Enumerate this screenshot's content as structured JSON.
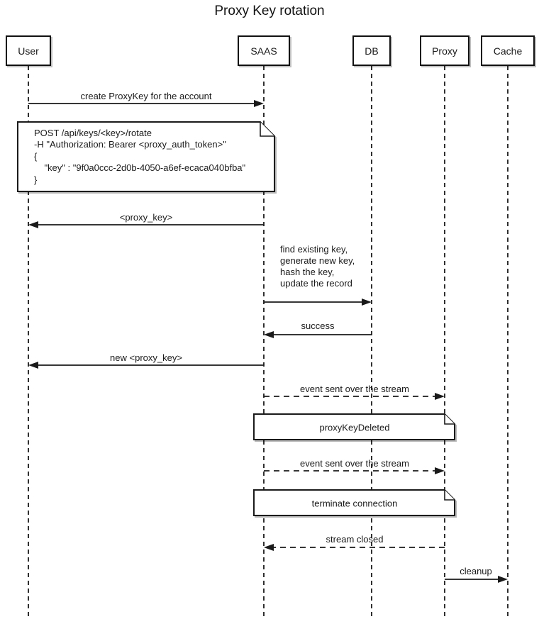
{
  "title": "Proxy Key rotation",
  "colors": {
    "ink": "#1a1a1a",
    "background": "#ffffff"
  },
  "participants": [
    {
      "id": "user",
      "label": "User"
    },
    {
      "id": "saas",
      "label": "SAAS"
    },
    {
      "id": "db",
      "label": "DB"
    },
    {
      "id": "proxy",
      "label": "Proxy"
    },
    {
      "id": "cache",
      "label": "Cache"
    }
  ],
  "messages": [
    {
      "label": "create ProxyKey for the account",
      "from": "User",
      "to": "SAAS",
      "style": "solid"
    },
    {
      "label": "<proxy_key>",
      "from": "SAAS",
      "to": "User",
      "style": "solid"
    },
    {
      "label_lines": [
        "find existing key,",
        "generate new key,",
        "hash the key,",
        "update the record"
      ],
      "from": "SAAS",
      "to": "DB",
      "style": "solid"
    },
    {
      "label": "success",
      "from": "DB",
      "to": "SAAS",
      "style": "solid"
    },
    {
      "label": "new <proxy_key>",
      "from": "SAAS",
      "to": "User",
      "style": "solid"
    },
    {
      "label": "event sent over the stream",
      "from": "SAAS",
      "to": "Proxy",
      "style": "dashed"
    },
    {
      "label": "event sent over the stream",
      "from": "SAAS",
      "to": "Proxy",
      "style": "dashed"
    },
    {
      "label": "stream closed",
      "from": "Proxy",
      "to": "SAAS",
      "style": "dashed"
    },
    {
      "label": "cleanup",
      "from": "Proxy",
      "to": "Cache",
      "style": "solid"
    }
  ],
  "notes": [
    {
      "over": "User,SAAS",
      "lines": [
        "POST /api/keys/<key>/rotate",
        "-H \"Authorization: Bearer <proxy_auth_token>\"",
        "{",
        "    \"key\" : \"9f0a0ccc-2d0b-4050-a6ef-ecaca040bfba\"",
        "}"
      ]
    },
    {
      "over": "SAAS,Proxy",
      "label": "proxyKeyDeleted"
    },
    {
      "over": "SAAS,Proxy",
      "label": "terminate connection"
    }
  ]
}
